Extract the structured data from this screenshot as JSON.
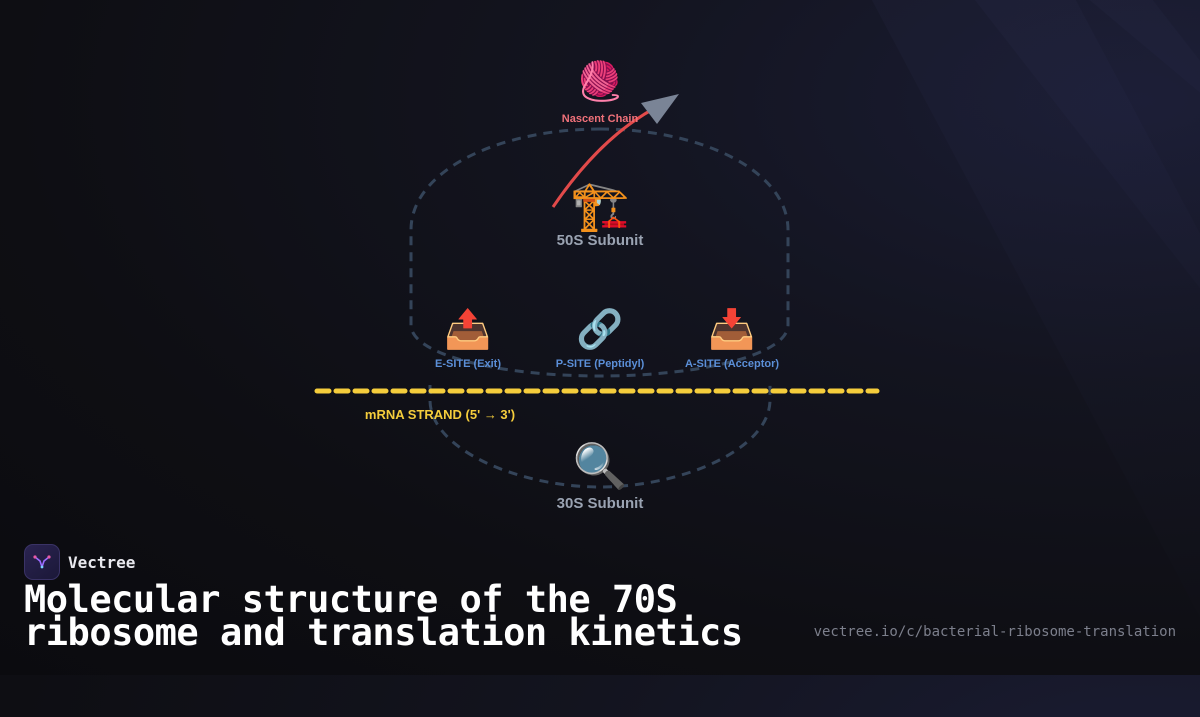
{
  "diagram": {
    "nascent_chain": {
      "icon": "yarn-ball-icon",
      "glyph": "🧶",
      "label": "Nascent Chain",
      "color": "#f0717a"
    },
    "large_subunit": {
      "icon": "crane-icon",
      "glyph": "🏗️",
      "label": "50S Subunit"
    },
    "small_subunit": {
      "icon": "magnifier-icon",
      "glyph": "🔍",
      "label": "30S Subunit"
    },
    "sites": [
      {
        "icon": "outbox-tray-icon",
        "glyph": "📤",
        "label": "E-SITE (Exit)"
      },
      {
        "icon": "link-icon",
        "glyph": "🔗",
        "label": "P-SITE (Peptidyl)"
      },
      {
        "icon": "inbox-tray-icon",
        "glyph": "📥",
        "label": "A-SITE (Acceptor)"
      }
    ],
    "mrna": {
      "label": "mRNA STRAND (5' → 3')",
      "color": "#f5cd3c"
    },
    "colors": {
      "outline": "#344459",
      "arrow": "#e24a4a",
      "arrow_head": "#7a8496",
      "site_label": "#5b8fd8",
      "subunit_label": "#9aa3b2"
    }
  },
  "brand": {
    "name": "Vectree",
    "logo_icon": "vectree-logo-icon"
  },
  "headline": "Molecular structure of the 70S ribosome and translation kinetics",
  "footer": {
    "url": "vectree.io/c/bacterial-ribosome-translation"
  }
}
